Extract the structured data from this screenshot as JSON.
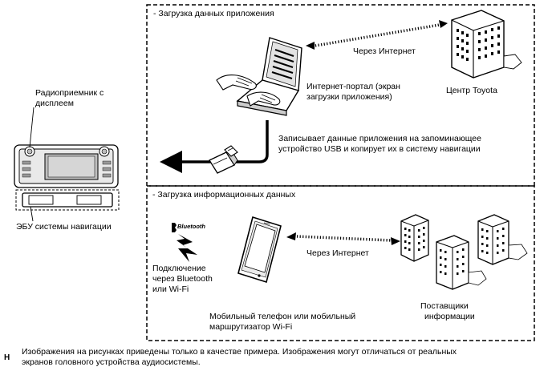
{
  "sections": {
    "app_download": "- Загрузка данных приложения",
    "info_download": "- Загрузка информационных данных"
  },
  "labels": {
    "radio_line1": "Радиоприемник с",
    "radio_line2": "дисплеем",
    "ecu": "ЭБУ системы навигации",
    "via_internet_top": "Через Интернет",
    "toyota_center": "Центр Toyota",
    "portal_line1": "Интернет-портал (экран",
    "portal_line2": "загрузки приложения)",
    "usb_line1": "Записывает данные приложения на запоминающее",
    "usb_line2": "устройство USB и копирует их в систему навигации",
    "bluetooth_logo": "Bluetooth",
    "connect_line1": "Подключение",
    "connect_line2": "через Bluetooth",
    "connect_line3": "или Wi-Fi",
    "via_internet_bottom": "Через Интернет",
    "phone_line1": "Мобильный телефон или мобильный",
    "phone_line2": "маршрутизатор Wi-Fi",
    "providers_line1": "Поставщики",
    "providers_line2": "информации"
  },
  "footer": {
    "marker": "H",
    "note_line1": "Изображения на рисунках приведены только в качестве примера.  Изображения могут отличаться от реальных",
    "note_line2": "экранов головного устройства аудиосистемы."
  },
  "icons": [
    "radio-unit-icon",
    "navigation-ecu-icon",
    "laptop-icon",
    "hands-icon",
    "building-icon",
    "usb-stick-icon",
    "sd-card-icon",
    "smartphone-icon",
    "bluetooth-logo-icon",
    "wireless-signal-icon",
    "arrow-left-icon",
    "dotted-link-icon"
  ]
}
